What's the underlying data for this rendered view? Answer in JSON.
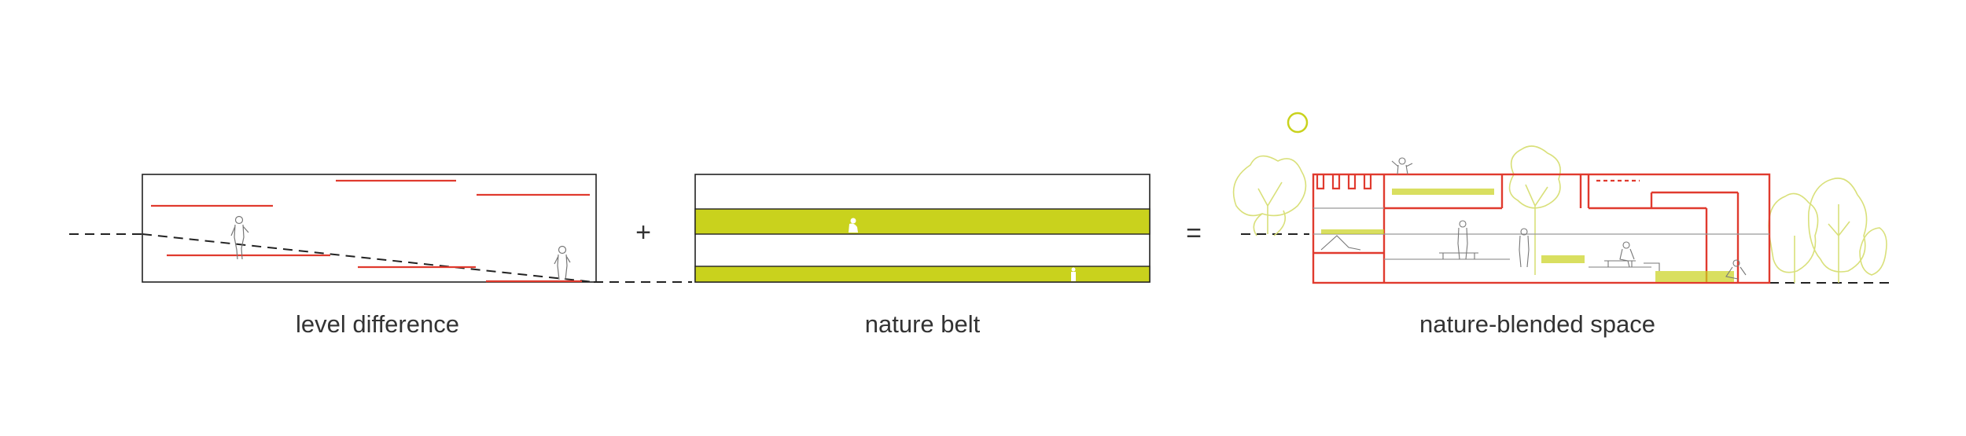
{
  "panels": [
    {
      "id": "level",
      "caption": "level difference"
    },
    {
      "id": "nature",
      "caption": "nature belt"
    },
    {
      "id": "blended",
      "caption": "nature-blended space"
    }
  ],
  "operators": {
    "plus": "+",
    "equals": "="
  },
  "colors": {
    "line": "#222222",
    "accent_red": "#e03a2e",
    "nature_green": "#c9d21d",
    "tree_green": "#d9e07a",
    "person": "#777777"
  }
}
